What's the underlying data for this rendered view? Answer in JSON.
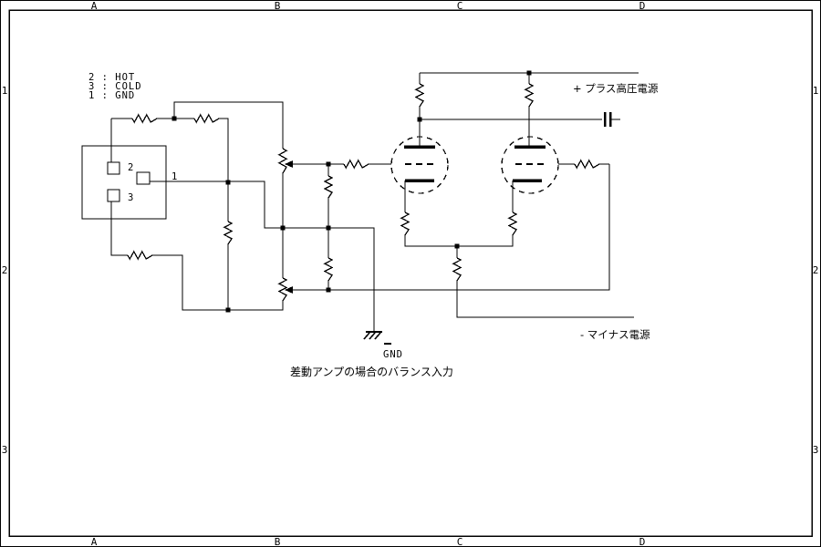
{
  "page": {
    "background": "#ffffff",
    "line_color": "#000000"
  },
  "frame": {
    "top": [
      "A",
      "B",
      "C",
      "D"
    ],
    "bottom": [
      "A",
      "B",
      "C",
      "D"
    ],
    "left": [
      "1",
      "2",
      "3"
    ],
    "right": [
      "1",
      "2",
      "3"
    ]
  },
  "legend": {
    "rows": [
      "2 : HOT",
      "3 : COLD",
      "1 : GND"
    ]
  },
  "connector": {
    "pin_top_label": "2",
    "pin_middle_label": "1",
    "pin_bottom_label": "3"
  },
  "labels": {
    "positive_supply": "+ プラス高圧電源",
    "negative_supply": "- マイナス電源",
    "ground": "GND",
    "caption": "差動アンプの場合のバランス入力"
  }
}
